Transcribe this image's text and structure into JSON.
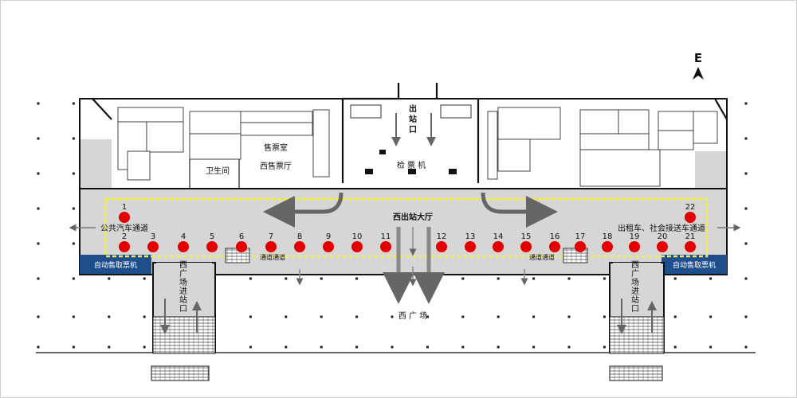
{
  "compass": {
    "label": "E",
    "icon": "north-arrow-icon"
  },
  "labels": {
    "exit_vertical": [
      "出",
      "站",
      "口"
    ],
    "ticket_gate": "检 票 机",
    "ticket_office": "售票室",
    "west_ticket_hall": "西售票厅",
    "restroom": "卫生间",
    "west_exit_hall": "西出站大厅",
    "bus_passage": "公共汽车通道",
    "taxi_passage": "出租车、社会接送车通道",
    "vending_left": "自动售取票机",
    "vending_right": "自动售取票机",
    "west_entrance_left": [
      "西",
      "广",
      "场",
      "进",
      "站",
      "口"
    ],
    "west_entrance_right": [
      "西",
      "广",
      "场",
      "进",
      "站",
      "口"
    ],
    "west_square": "西 广 场",
    "passage_left": "通道通道",
    "passage_right": "通道通道"
  },
  "markers": [
    "1",
    "2",
    "3",
    "4",
    "5",
    "6",
    "7",
    "8",
    "9",
    "10",
    "11",
    "12",
    "13",
    "14",
    "15",
    "16",
    "17",
    "18",
    "19",
    "20",
    "21",
    "22"
  ],
  "colors": {
    "marker": "#e30000",
    "hall": "#d6d6d6",
    "vending": "#1f4e8c",
    "dashed_zone": "#f3ef3a",
    "arrow": "#666666"
  }
}
